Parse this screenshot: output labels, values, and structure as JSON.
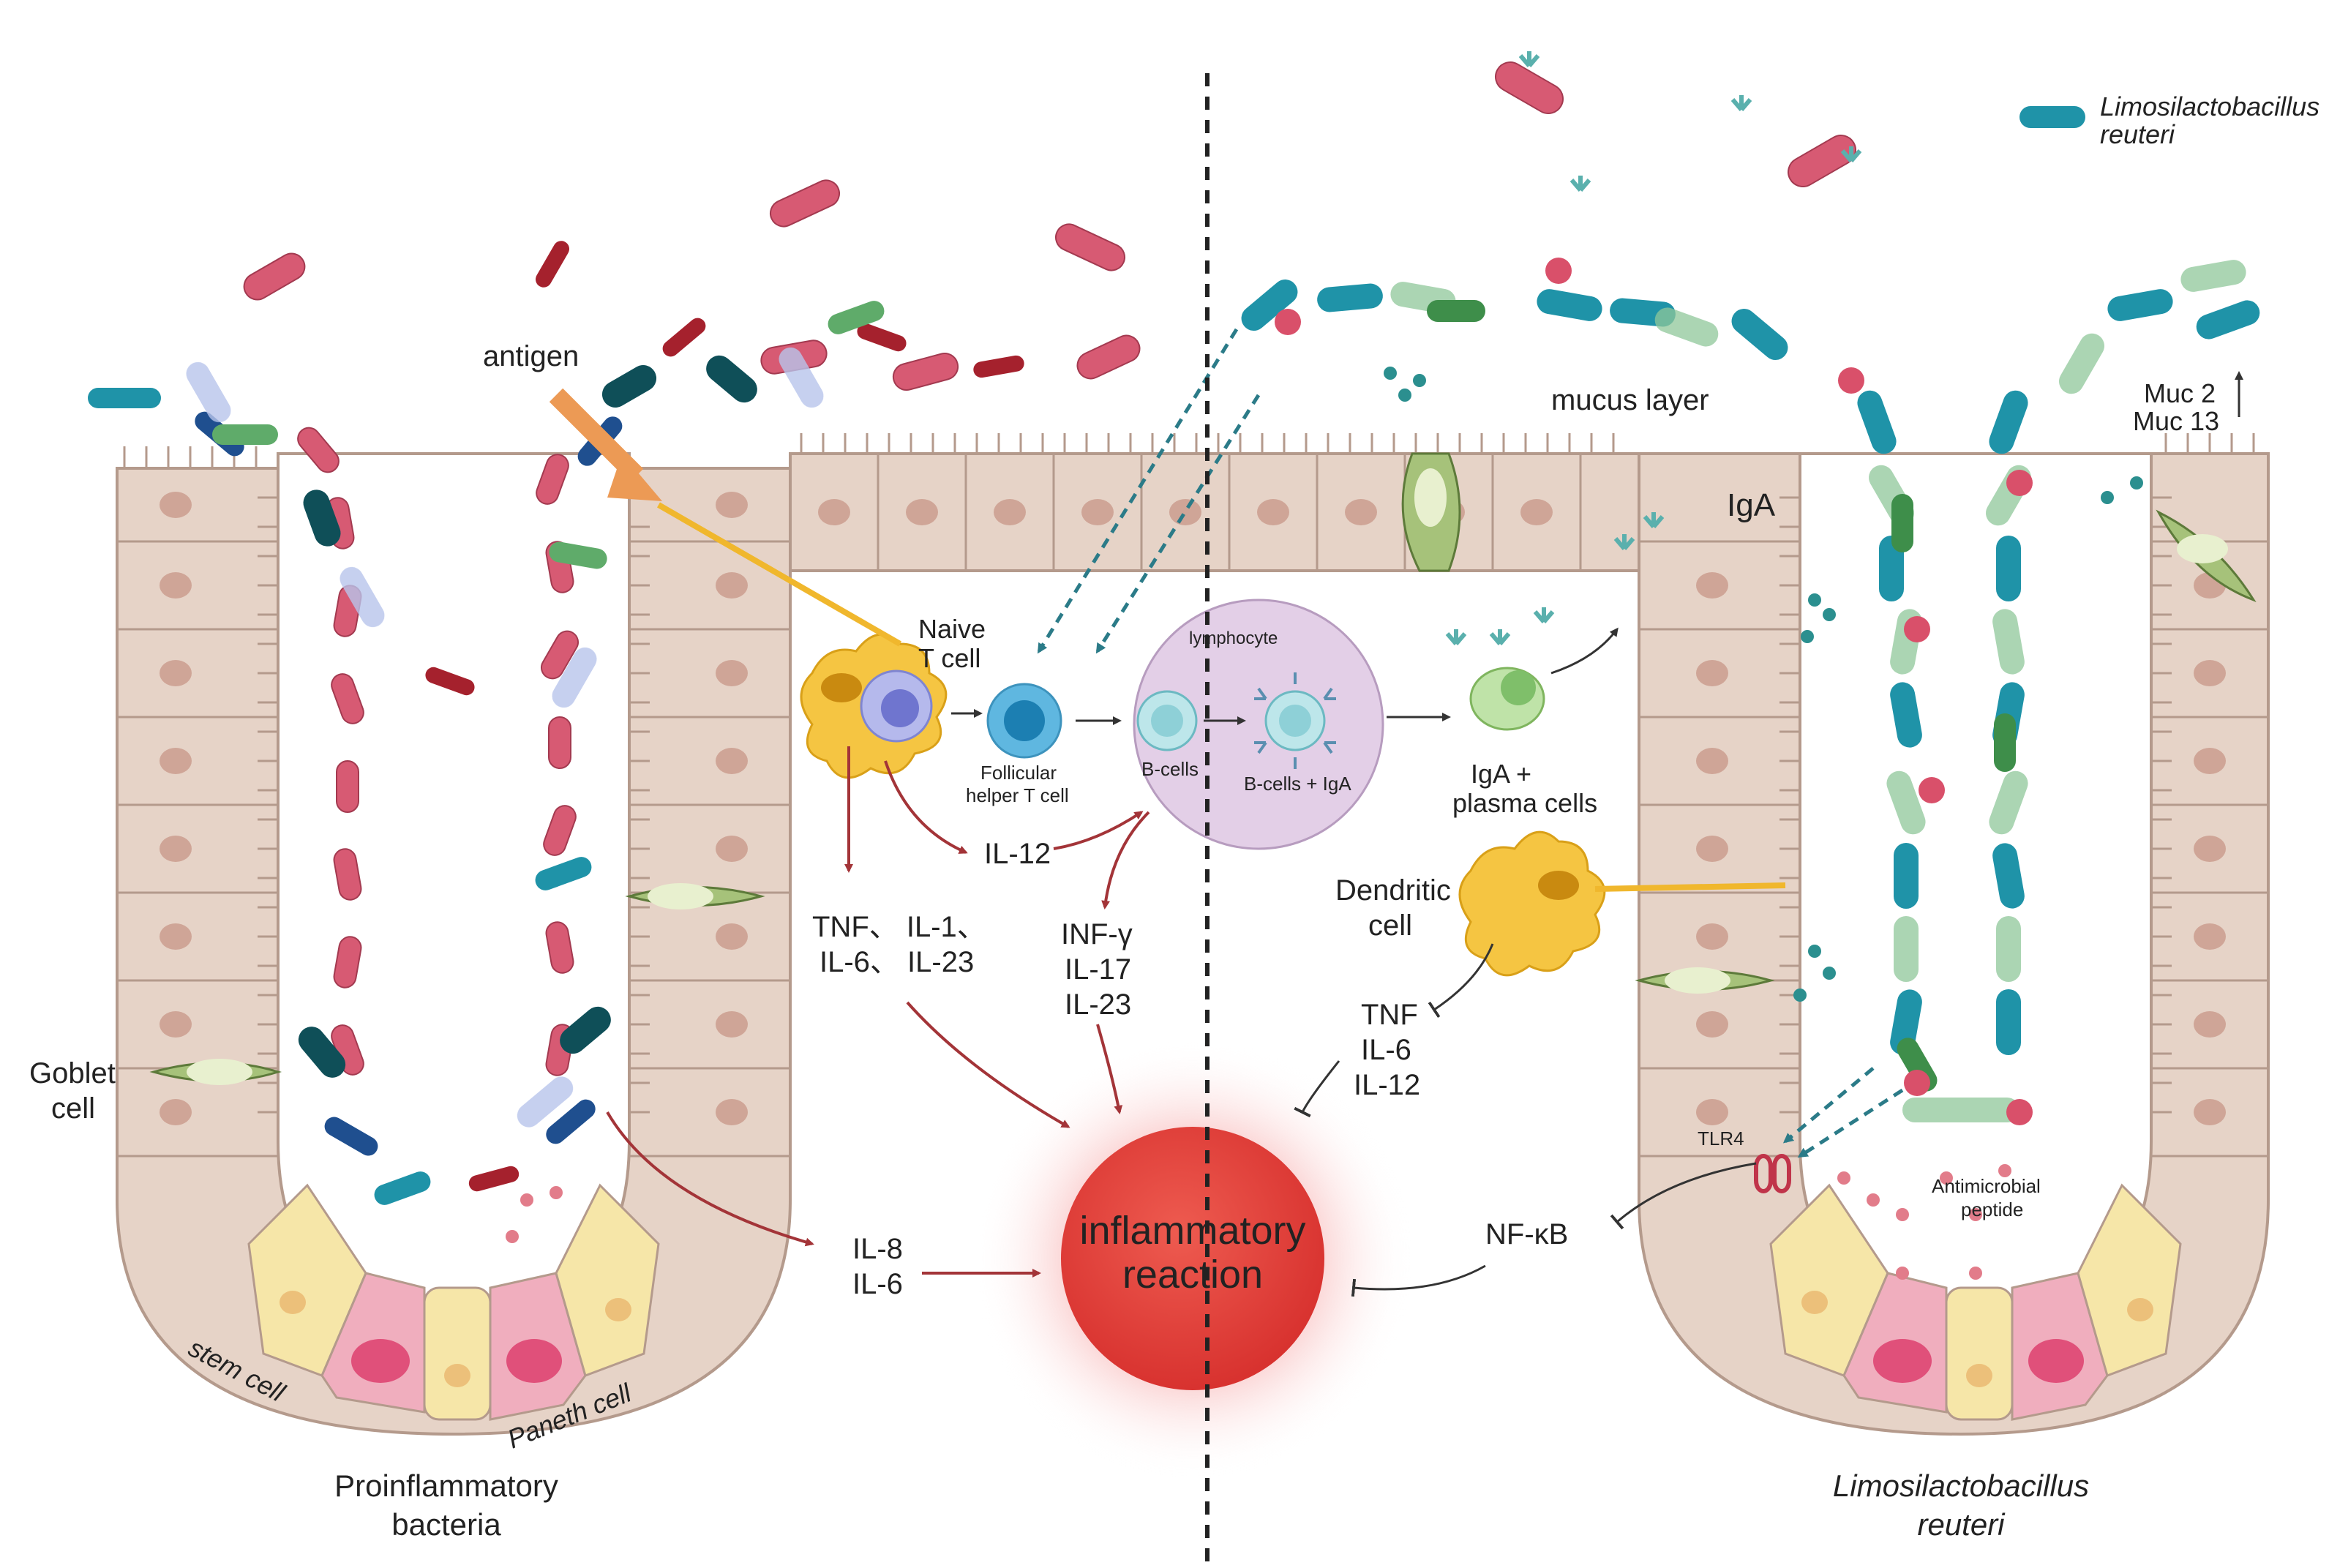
{
  "labels": {
    "legend_species": [
      "Limosilactobacillus",
      "reuteri"
    ],
    "antigen": "antigen",
    "mucus_layer": "mucus layer",
    "muc": [
      "Muc 2",
      "Muc 13"
    ],
    "iga": "IgA",
    "naive_t_cell": [
      "Naive",
      "T cell"
    ],
    "lymphocyte": "lymphocyte",
    "follicular_helper": [
      "Follicular",
      "helper T cell"
    ],
    "b_cells": "B-cells",
    "b_cells_iga": "B-cells + IgA",
    "iga_plasma": [
      "IgA +",
      "plasma cells"
    ],
    "il12": "IL-12",
    "tnf_group": [
      "TNF、 IL-1、",
      "IL-6、 IL-23"
    ],
    "inf_group": [
      "INF-γ",
      "IL-17",
      "IL-23"
    ],
    "dendritic_cell": [
      "Dendritic",
      "cell"
    ],
    "tnf_il6_il12": [
      "TNF",
      "IL-6",
      "IL-12"
    ],
    "goblet_cell": [
      "Goblet",
      "cell"
    ],
    "il8_il6": [
      "IL-8",
      "IL-6"
    ],
    "inflammatory": [
      "inflammatory",
      "reaction"
    ],
    "tlr4": "TLR4",
    "nfkb": "NF-κB",
    "antimicrobial": [
      "Antimicrobial",
      "peptide"
    ],
    "stem_cell": "stem cell",
    "paneth_cell": "Paneth cell",
    "left_caption": [
      "Proinflammatory",
      "bacteria"
    ],
    "right_caption": [
      "Limosilactobacillus",
      "reuteri"
    ]
  },
  "colors": {
    "epithelium": "#e6d3c7",
    "epithelium_stroke": "#b49a8c",
    "nucleus": "#cfa597",
    "lumen": "#ffffff",
    "pathogen": "#d75a73",
    "pathogen_dark": "#a5212d",
    "reuteri": "#1f93a8",
    "reuteri_light": "#8fc79a",
    "goblet": "#a6c27a",
    "stem": "#f6e6a8",
    "paneth": "#f0aebe",
    "arrow_red": "#a33438",
    "arrow_dark": "#333333",
    "arrow_teal": "#2b7b88",
    "antigen_arrow": "#ec9a55",
    "dendritic": "#f5c542",
    "inflammation": "#e53a3a"
  }
}
